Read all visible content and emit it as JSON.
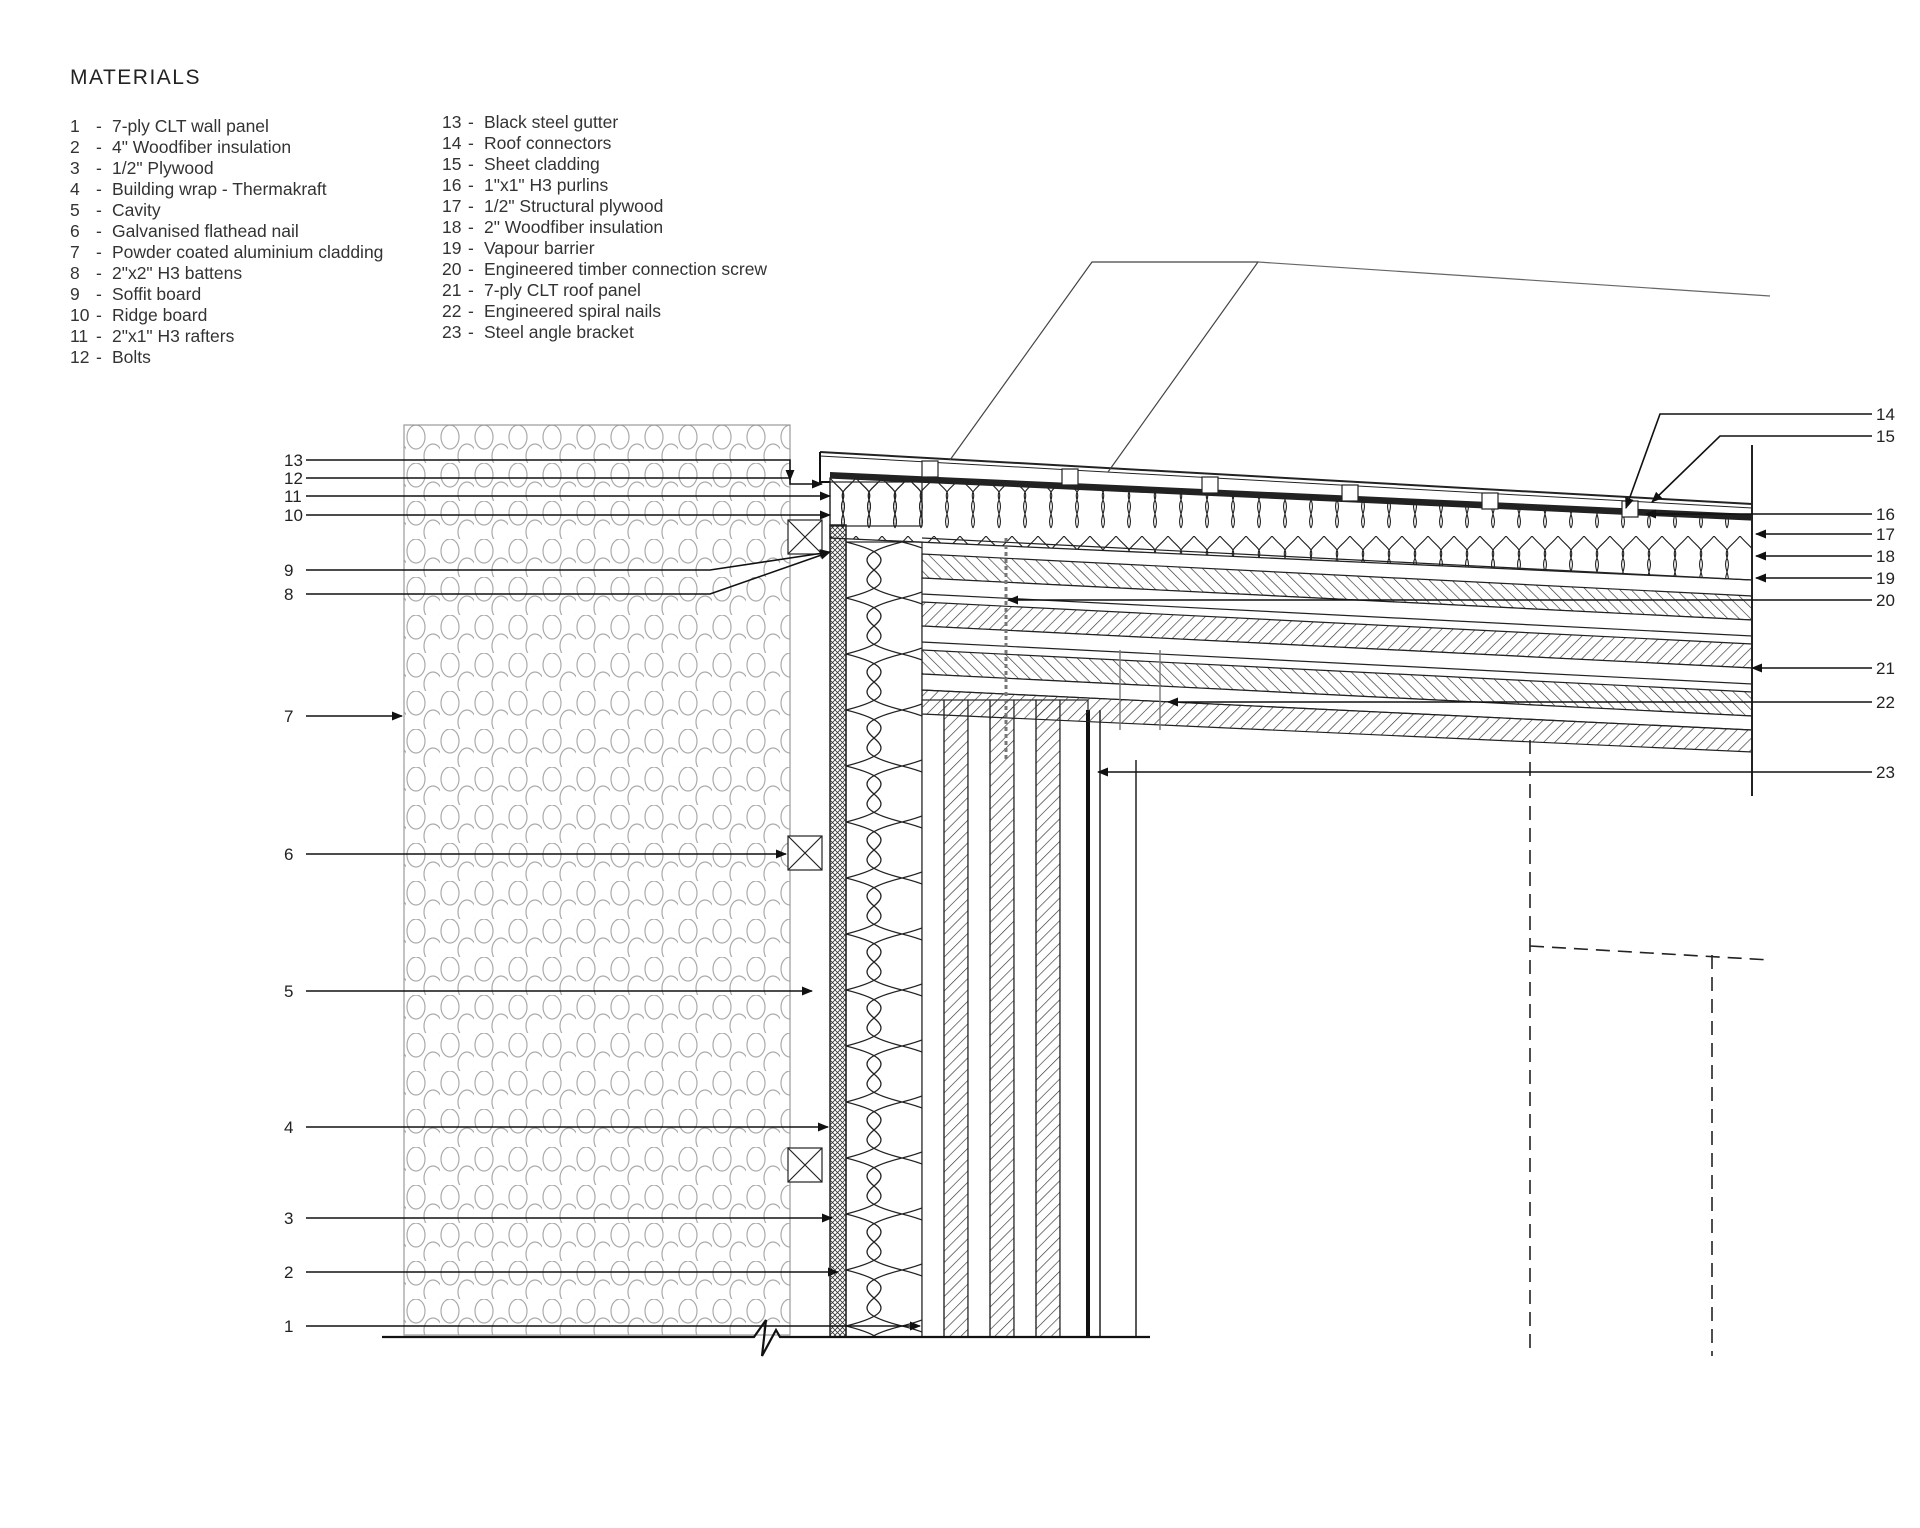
{
  "title": "MATERIALS",
  "legend_left": [
    {
      "num": "1",
      "text": "7-ply CLT wall panel"
    },
    {
      "num": "2",
      "text": "4\" Woodfiber insulation"
    },
    {
      "num": "3",
      "text": "1/2\" Plywood"
    },
    {
      "num": "4",
      "text": "Building wrap - Thermakraft"
    },
    {
      "num": "5",
      "text": "Cavity"
    },
    {
      "num": "6",
      "text": "Galvanised flathead nail"
    },
    {
      "num": "7",
      "text": "Powder coated aluminium cladding"
    },
    {
      "num": "8",
      "text": "2\"x2\" H3 battens"
    },
    {
      "num": "9",
      "text": "Soffit board"
    },
    {
      "num": "10",
      "text": "Ridge board"
    },
    {
      "num": "11",
      "text": "2\"x1\" H3 rafters"
    },
    {
      "num": "12",
      "text": "Bolts"
    }
  ],
  "legend_right": [
    {
      "num": "13",
      "text": "Black steel gutter"
    },
    {
      "num": "14",
      "text": "Roof connectors"
    },
    {
      "num": "15",
      "text": "Sheet cladding"
    },
    {
      "num": "16",
      "text": "1\"x1\" H3 purlins"
    },
    {
      "num": "17",
      "text": "1/2\" Structural plywood"
    },
    {
      "num": "18",
      "text": "2\" Woodfiber insulation"
    },
    {
      "num": "19",
      "text": "Vapour barrier"
    },
    {
      "num": "20",
      "text": "Engineered timber connection screw"
    },
    {
      "num": "21",
      "text": "7-ply CLT roof panel"
    },
    {
      "num": "22",
      "text": "Engineered spiral nails"
    },
    {
      "num": "23",
      "text": "Steel angle bracket"
    }
  ],
  "callouts_left": [
    "13",
    "12",
    "11",
    "10",
    "9",
    "8",
    "7",
    "6",
    "5",
    "4",
    "3",
    "2",
    "1"
  ],
  "callouts_right": [
    "14",
    "15",
    "16",
    "17",
    "18",
    "19",
    "20",
    "21",
    "22",
    "23"
  ]
}
